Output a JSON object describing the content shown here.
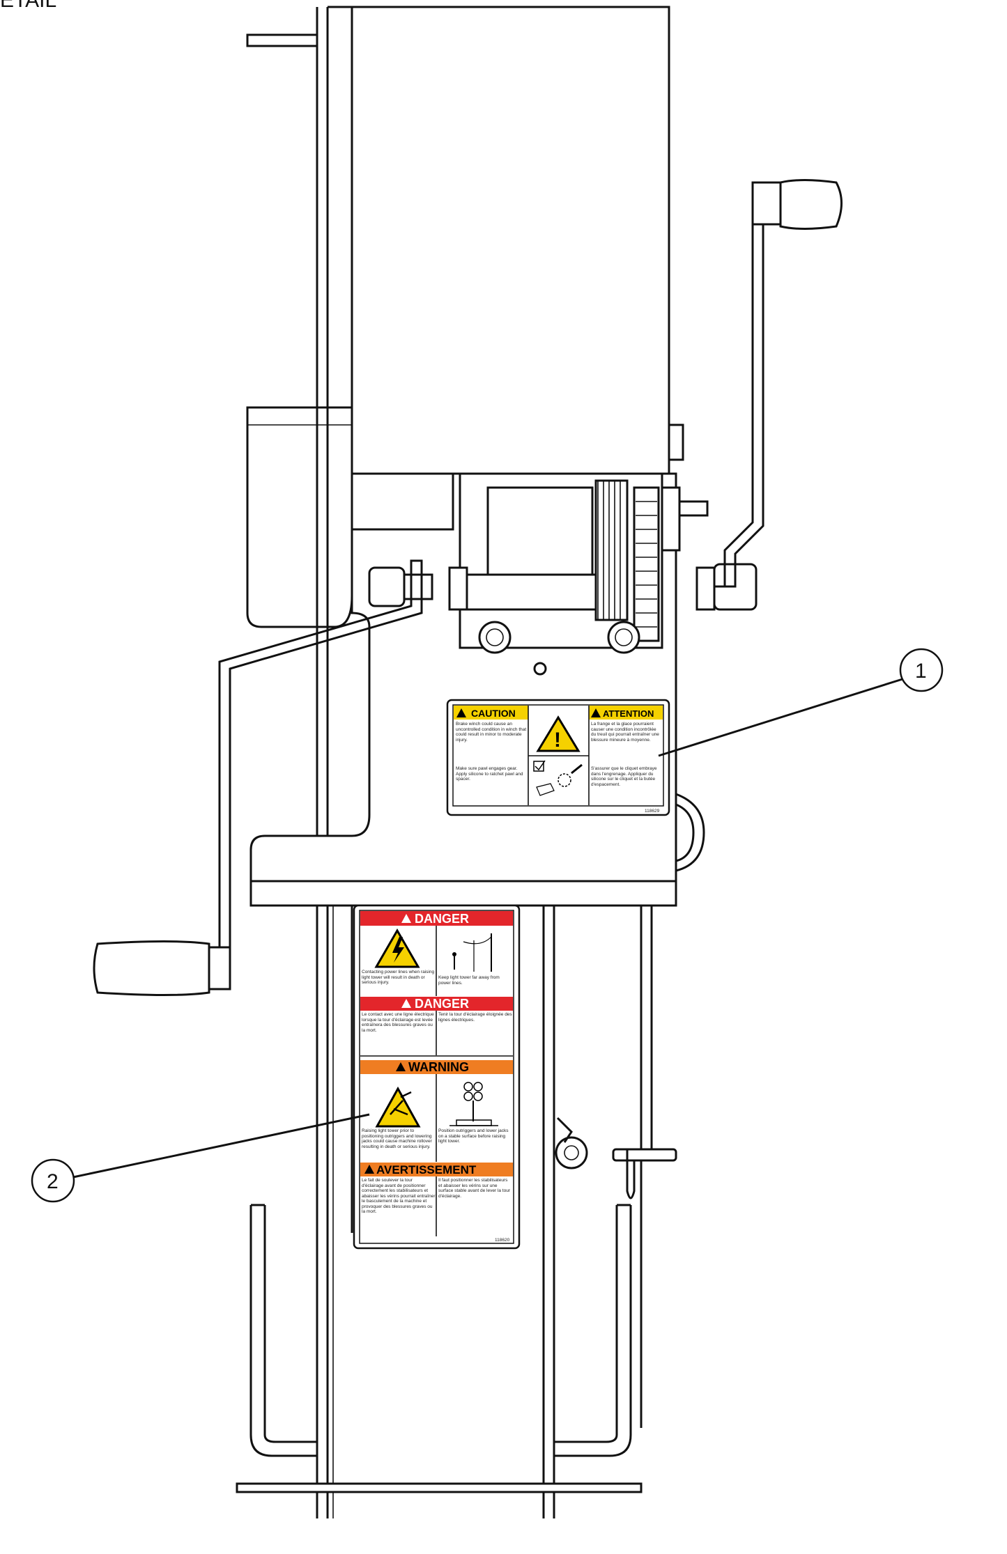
{
  "title_fragment": "ETAIL",
  "callouts": [
    {
      "number": "1"
    },
    {
      "number": "2"
    }
  ],
  "decal_1": {
    "caution_header": "CAUTION",
    "attention_header": "ATTENTION",
    "caution_text_1": "Brake winch could cause an uncontrolled condition in winch that could result in minor to moderate injury.",
    "caution_text_2": "Make sure pawl engages gear. Apply silicone to ratchet pawl and spacer.",
    "attention_text_1": "La frange et la glace pourraient causer une condition incontrôlée du treuil qui pourrait entraîner une blessure mineure à moyenne.",
    "attention_text_2": "S'assurer que le cliquet embraye dans l'engrenage. Appliquer du silicone sur le cliquet et la butée d'espacement.",
    "part_number": "118629"
  },
  "decal_2": {
    "danger_header_1": "DANGER",
    "danger_text_en_1": "Contacting power lines when raising light tower will result in death or serious injury.",
    "danger_text_en_2": "Keep light tower far away from power lines.",
    "danger_header_2": "DANGER",
    "danger_text_fr_1": "Le contact avec une ligne électrique lorsque la tour d'éclairage est levée entraînera des blessures graves ou la mort.",
    "danger_text_fr_2": "Tenir la tour d'éclairage éloignée des lignes électriques.",
    "warning_header": "WARNING",
    "warning_text_en_1": "Raising light tower prior to positioning outriggers and lowering jacks could cause machine rollover resulting in death or serious injury.",
    "warning_text_en_2": "Position outriggers and lower jacks on a stable surface before raising light tower.",
    "avert_header": "AVERTISSEMENT",
    "avert_text_fr_1": "Le fait de soulever la tour d'éclairage avant de positionner correctement les stabilisateurs et abaisser les vérins pourrait entraîner le basculement de la machine et provoquer des blessures graves ou la mort.",
    "avert_text_fr_2": "Il faut positionner les stabilisateurs et abaisser les vérins sur une surface stable avant de lever la tour d'éclairage.",
    "part_number": "118620"
  },
  "colors": {
    "caution_yellow": "#f5d100",
    "danger_red": "#e3262b",
    "warning_orange": "#ef7d22",
    "line": "#111111"
  }
}
